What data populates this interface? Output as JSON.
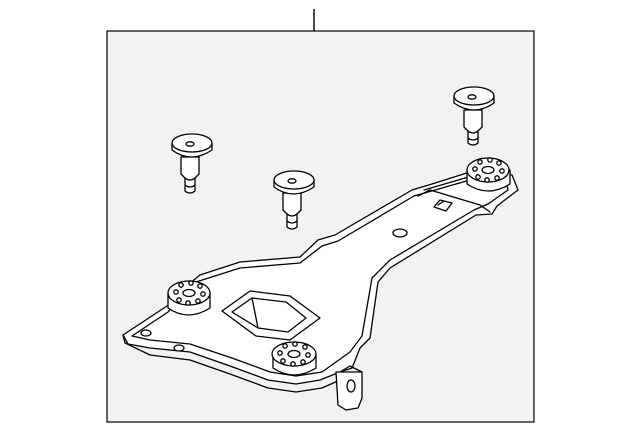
{
  "diagram": {
    "frame_fill": "#f2f2f2",
    "line_color": "#000000",
    "parts": [
      {
        "name": "bracket-plate"
      },
      {
        "name": "rubber-mount-front-left"
      },
      {
        "name": "rubber-mount-front-right"
      },
      {
        "name": "rubber-mount-rear"
      },
      {
        "name": "stud-bolt-left"
      },
      {
        "name": "stud-bolt-center"
      },
      {
        "name": "stud-bolt-right"
      }
    ]
  }
}
